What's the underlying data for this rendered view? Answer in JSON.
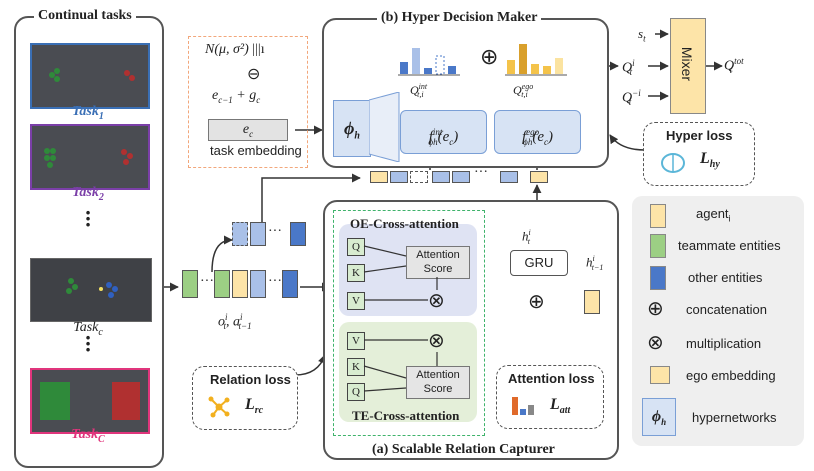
{
  "tasks_panel": {
    "title": "Continual tasks",
    "labels": [
      "Task",
      "Task",
      "Task",
      "Task"
    ],
    "subs": [
      "1",
      "2",
      "c",
      "C"
    ],
    "colors": [
      "#3a6fb5",
      "#7b3fa8",
      "#222222",
      "#e0357c"
    ]
  },
  "embedding": {
    "noise": "N(μ, σ²)",
    "minus": "⊖",
    "sum": "e",
    "sum_sub1": "c−1",
    "sum_mid": " + g",
    "sum_sub2": "c",
    "ec": "e",
    "ec_sub": "c",
    "caption": "task embedding"
  },
  "hyper": {
    "title": "(b) Hyper Decision Maker",
    "phi": "ϕ",
    "phi_sub": "h",
    "f_int": "f",
    "f_int_sup": "int",
    "f_ego_sup": "ego",
    "f_sub": "ϕh",
    "f_arg": "(e",
    "f_arg_sub": "c",
    "f_arg_end": ")",
    "q_int": "Q",
    "q_int_sup": "int",
    "q_ego_sup": "ego",
    "q_sub": "t,i"
  },
  "right": {
    "s": "s",
    "s_sub": "t",
    "qi": "Q",
    "qi_sup": "i",
    "qi_sub": "t",
    "qmi_sup": "−i",
    "mixer": "Mixer",
    "qtot": "Q",
    "qtot_sup": "tot",
    "qtot_sub": "t"
  },
  "hyper_loss": {
    "title": "Hyper loss",
    "symbol": "L",
    "sub": "hy"
  },
  "relation": {
    "title": "(a) Scalable Relation Capturer",
    "oe": "OE-Cross-attention",
    "te": "TE-Cross-attention",
    "att": "Attention Score",
    "gru": "GRU",
    "h": "h",
    "h_sup": "i",
    "h_sub": "t",
    "hprev_sub": "t−1",
    "q": "Q",
    "k": "K",
    "v": "V"
  },
  "obs": {
    "o": "o",
    "o_sup": "i",
    "o_sub": "t",
    "a": ", a",
    "a_sup": "i",
    "a_sub": "t−1"
  },
  "relation_loss": {
    "title": "Relation loss",
    "symbol": "L",
    "sub": "rc"
  },
  "attention_loss": {
    "title": "Attention loss",
    "symbol": "L",
    "sub": "att"
  },
  "legend": {
    "agent": "agent",
    "agent_sub": "i",
    "teammate": "teammate entities",
    "other": "other entities",
    "concat": "concatenation",
    "mult": "multiplication",
    "ego": "ego embedding",
    "hyper": "hypernetworks",
    "hyper_sym": "ϕ",
    "hyper_sub": "h"
  },
  "colors": {
    "agent": "#fde4a8",
    "teammate": "#9ccf84",
    "other": "#4a78c8",
    "other_light": "#a9c0e8",
    "oe_bg": "#dfe3f3",
    "te_bg": "#e4efd9",
    "panel_blue": "#d7e3f4",
    "legend_bg": "#efefef",
    "orange_dash": "#f2a77b",
    "green_dash": "#3fb36b"
  }
}
